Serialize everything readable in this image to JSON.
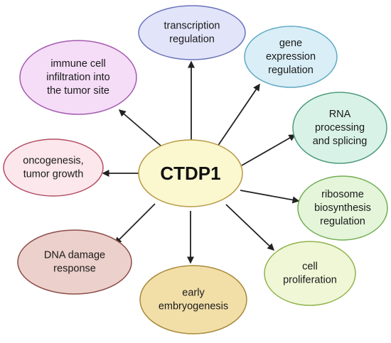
{
  "center": {
    "label": "CTDP1",
    "fill": "#fbf7cf",
    "stroke": "#b89a45"
  },
  "nodes": [
    {
      "id": "transcription-regulation",
      "lines": [
        "transcription",
        "regulation"
      ],
      "fill": "#e2e5fa",
      "stroke": "#6b72b8"
    },
    {
      "id": "gene-expression-regulation",
      "lines": [
        "gene",
        "expression",
        "regulation"
      ],
      "fill": "#d9eef6",
      "stroke": "#5fa9c4"
    },
    {
      "id": "rna-processing-splicing",
      "lines": [
        "RNA",
        "processing",
        "and splicing"
      ],
      "fill": "#d9f2e8",
      "stroke": "#4e9c7e"
    },
    {
      "id": "ribosome-biosynthesis-regulation",
      "lines": [
        "ribosome",
        "biosynthesis",
        "regulation"
      ],
      "fill": "#e4f5da",
      "stroke": "#72ad52"
    },
    {
      "id": "cell-proliferation",
      "lines": [
        "cell",
        "proliferation"
      ],
      "fill": "#eff7d7",
      "stroke": "#91b24b"
    },
    {
      "id": "early-embryogenesis",
      "lines": [
        "early",
        "embryogenesis"
      ],
      "fill": "#f2dfa8",
      "stroke": "#a88a3a"
    },
    {
      "id": "dna-damage-response",
      "lines": [
        "DNA damage",
        "response"
      ],
      "fill": "#ecd0cb",
      "stroke": "#8c4e4a"
    },
    {
      "id": "oncogenesis-tumor-growth",
      "lines": [
        "oncogenesis,",
        "tumor growth"
      ],
      "fill": "#fbe7ec",
      "stroke": "#b44e64"
    },
    {
      "id": "immune-cell-infiltration",
      "lines": [
        "immune cell",
        "infiltration into",
        "the tumor site"
      ],
      "fill": "#f5dcf7",
      "stroke": "#a45bb0"
    }
  ],
  "arrow_color": "#222222"
}
